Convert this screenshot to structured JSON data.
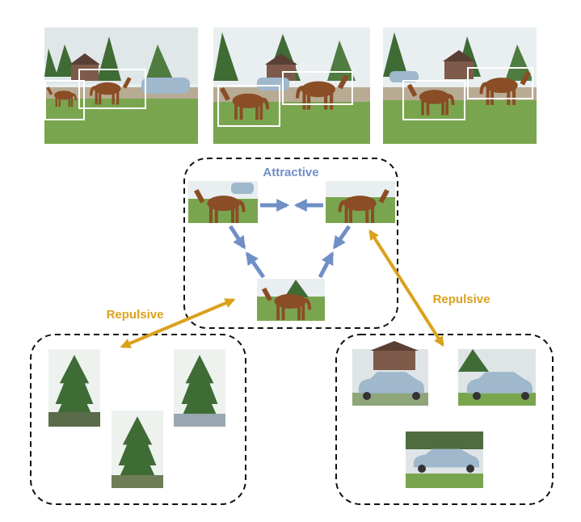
{
  "labels": {
    "attractive": "Attractive",
    "repulsive_left": "Repulsive",
    "repulsive_right": "Repulsive"
  },
  "colors": {
    "attractive": "#6f8fc6",
    "repulsive": "#dba11d",
    "dashed_border": "#111111",
    "box_outline": "#ffffff",
    "sky": "#e9eef0",
    "grass": "#7aa54f",
    "ground": "#b8ab93",
    "tree": "#3f6b35",
    "horse": "#8a4d26",
    "car": "#9fb8cc",
    "house": "#7d5a4a"
  },
  "icons": {
    "horse_photo": "horse-photo",
    "tree_patch": "tree-photo",
    "car_patch": "car-photo"
  }
}
